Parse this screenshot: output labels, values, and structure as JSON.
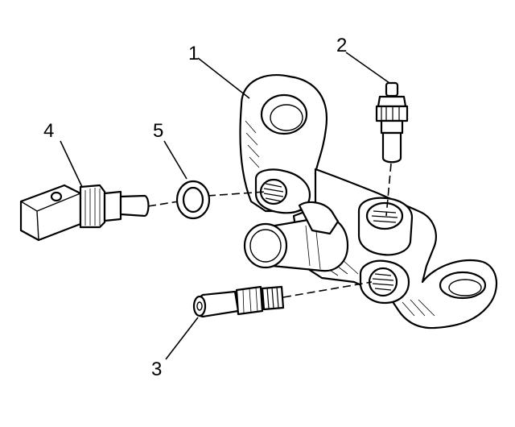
{
  "callouts": [
    {
      "id": 1,
      "label": "1"
    },
    {
      "id": 2,
      "label": "2"
    },
    {
      "id": 3,
      "label": "3"
    },
    {
      "id": 4,
      "label": "4"
    },
    {
      "id": 5,
      "label": "5"
    }
  ]
}
